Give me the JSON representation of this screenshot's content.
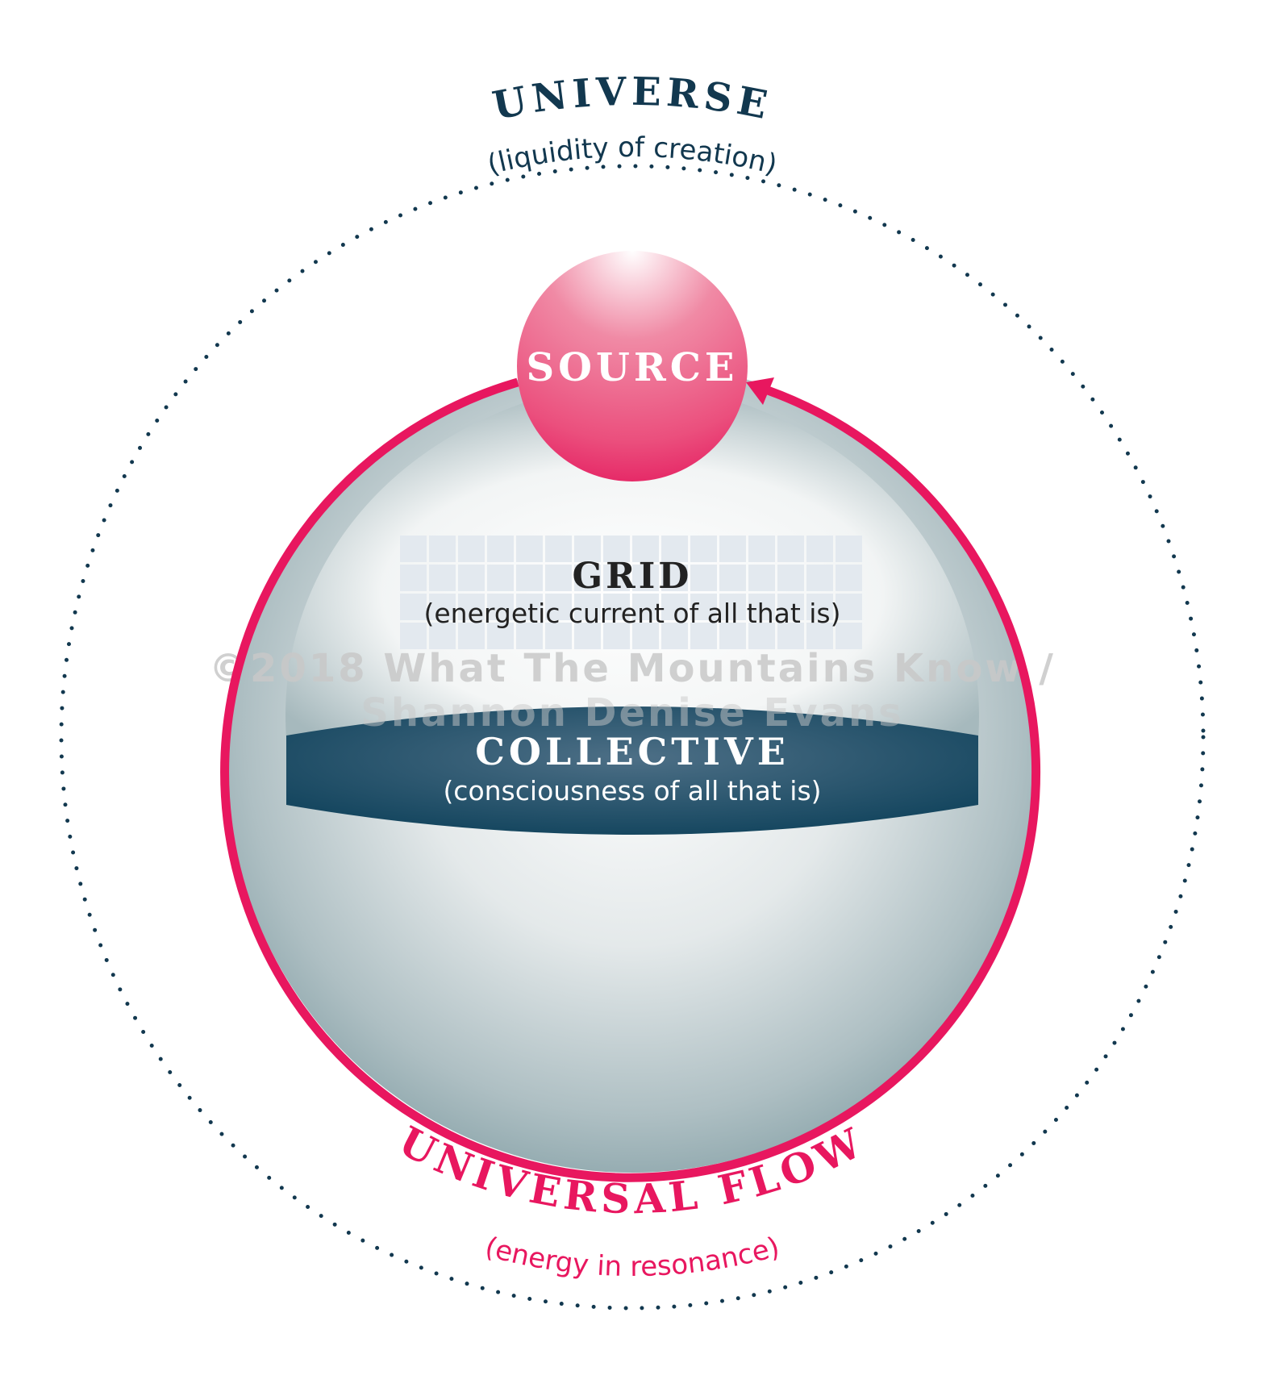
{
  "universe": {
    "title": "UNIVERSE",
    "subtitle": "(liquidity of creation)"
  },
  "source": {
    "title": "SOURCE"
  },
  "grid": {
    "title": "GRID",
    "subtitle": "(energetic current of all that is)"
  },
  "collective": {
    "title": "COLLECTIVE",
    "subtitle": "(consciousness of all that is)"
  },
  "universal_flow": {
    "title": "UNIVERSAL FLOW",
    "subtitle": "(energy in resonance)"
  },
  "watermark": {
    "line1": "©2018 What The Mountains Know /",
    "line2": "Shannon Denise Evans"
  },
  "colors": {
    "pink": "#e8175f",
    "navy": "#12384f",
    "collective": "#1a4a62"
  }
}
